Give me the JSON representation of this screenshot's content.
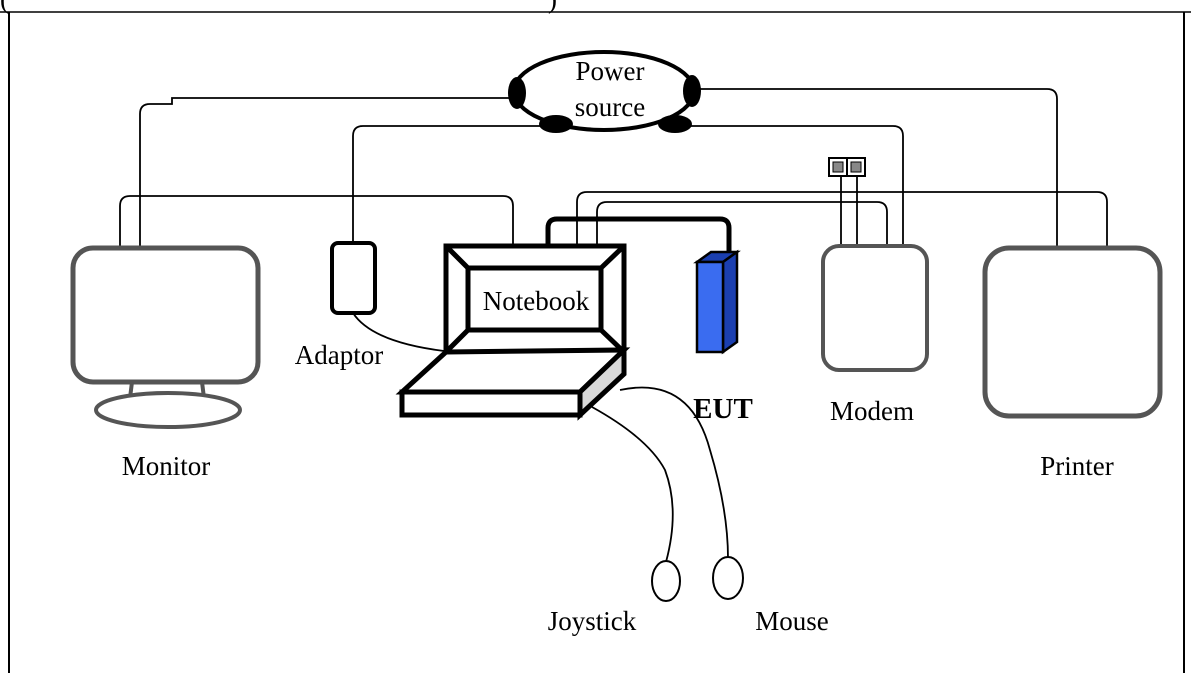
{
  "header_fragment": {
    "left": "(",
    "right": ")"
  },
  "labels": {
    "power_source_line1": "Power",
    "power_source_line2": "source",
    "notebook": "Notebook",
    "adaptor": "Adaptor",
    "eut": "EUT",
    "modem": "Modem",
    "monitor": "Monitor",
    "printer": "Printer",
    "joystick": "Joystick",
    "mouse": "Mouse"
  },
  "colors": {
    "line": "#000000",
    "eut_front": "#3a6cf0",
    "eut_side": "#1b3fb0",
    "notebook_base_side": "#d9d9d9"
  }
}
